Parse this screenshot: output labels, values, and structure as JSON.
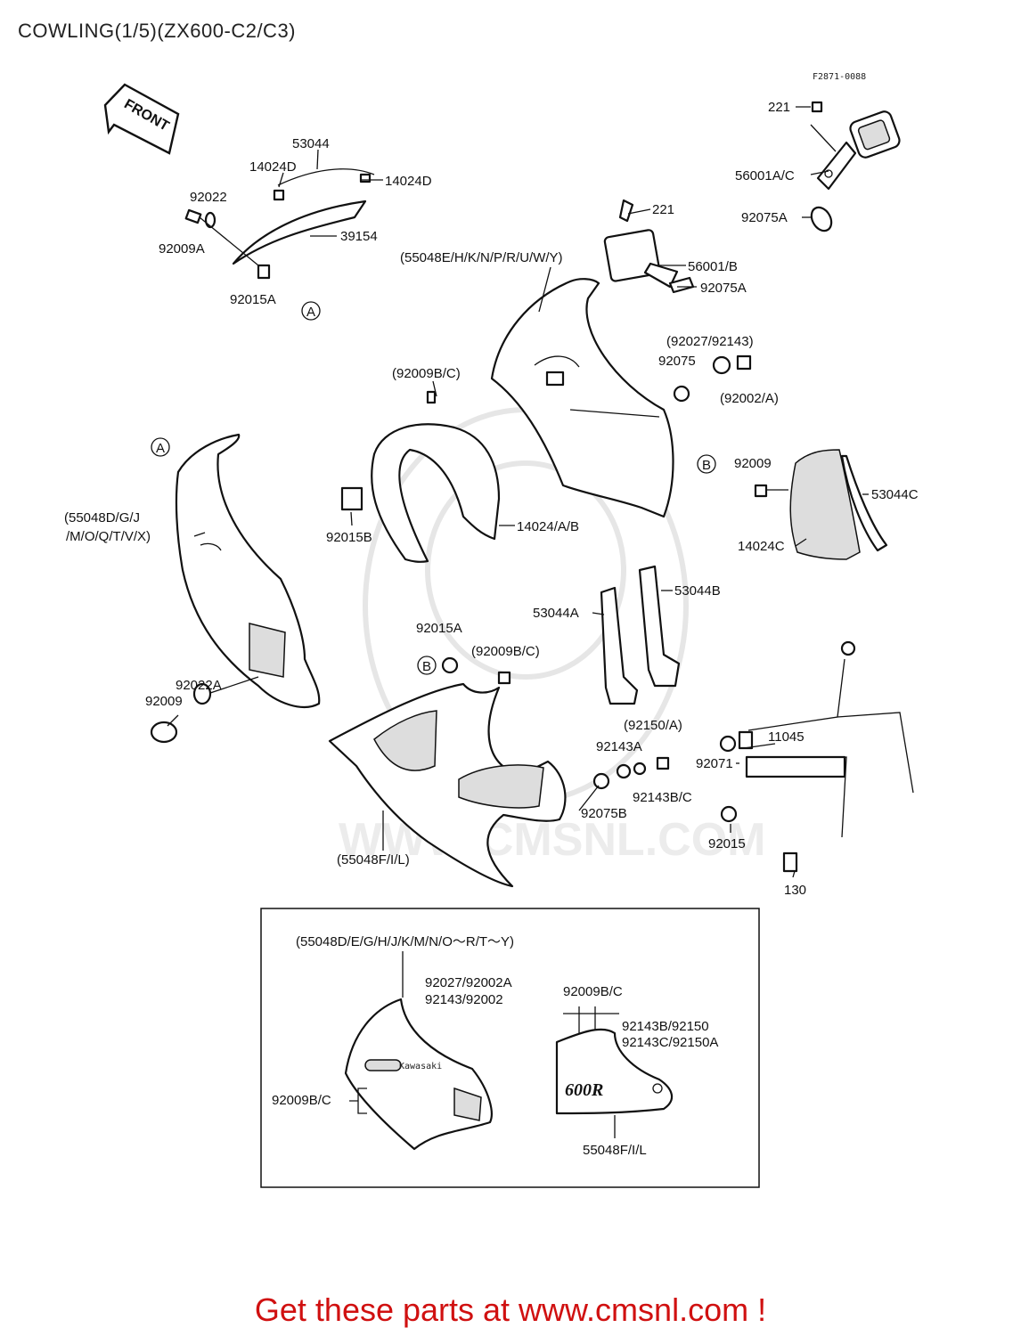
{
  "title": "COWLING(1/5)(ZX600-C2/C3)",
  "footer": "Get these parts at www.cmsnl.com !",
  "code": "F2871-0088",
  "front_label": "FRONT",
  "watermark": "WWW.CMSNL.COM",
  "inset_badge": "600R",
  "inset_brand": "Kawasaki",
  "labels": {
    "l221a": "221",
    "l56001ac": "56001A/C",
    "l92075a_top": "92075A",
    "l53044": "53044",
    "l14024d_left": "14024D",
    "l14024d_right": "14024D",
    "l92022": "92022",
    "l39154": "39154",
    "l92009a": "92009A",
    "l92015a_top": "92015A",
    "l221b": "221",
    "l55048e": "(55048E/H/K/N/P/R/U/W/Y)",
    "l56001b": "56001/B",
    "l92075a_mid": "92075A",
    "l92027": "(92027/92143)",
    "l92075": "92075",
    "l92002a": "(92002/A)",
    "l92009bc_top": "(92009B/C)",
    "l92009_right": "92009",
    "l53044c": "53044C",
    "l14024c": "14024C",
    "l55048d_1": "(55048D/G/J",
    "l55048d_2": "/M/O/Q/T/V/X)",
    "l92015b": "92015B",
    "l14024ab": "14024/A/B",
    "l53044b": "53044B",
    "l53044a": "53044A",
    "l92015a_mid": "92015A",
    "l92009bc_mid": "(92009B/C)",
    "l92022a": "92022A",
    "l92009_left": "92009",
    "l11045": "11045",
    "l92150a": "(92150/A)",
    "l92143a": "92143A",
    "l92071": "92071",
    "l92143bc": "92143B/C",
    "l92075b": "92075B",
    "l55048fil": "(55048F/I/L)",
    "l92015": "92015",
    "l130": "130",
    "circle_a": "A",
    "circle_b": "B"
  },
  "inset": {
    "header": "(55048D/E/G/H/J/K/M/N/O～R/T～Y)",
    "l1": "92027/92002A",
    "l2": "92143/92002",
    "l3": "92009B/C",
    "l4": "92143B/92150",
    "l5": "92143C/92150A",
    "l6": "92009B/C",
    "l7": "55048F/I/L"
  }
}
